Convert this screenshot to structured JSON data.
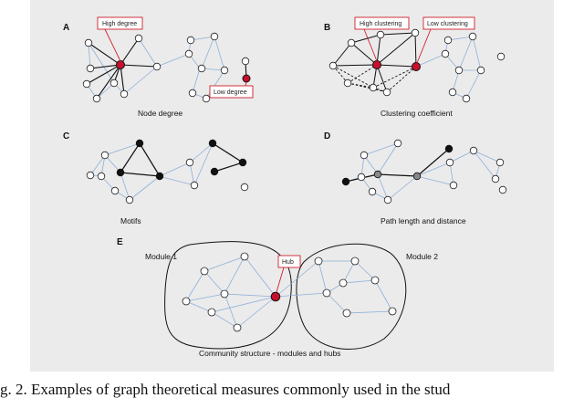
{
  "panels": {
    "A": {
      "letter": "A",
      "caption": "Node degree",
      "ann_high": "High degree",
      "ann_low": "Low degree"
    },
    "B": {
      "letter": "B",
      "caption": "Clustering coefficient",
      "ann_high": "High clustering",
      "ann_low": "Low clustering"
    },
    "C": {
      "letter": "C",
      "caption": "Motifs"
    },
    "D": {
      "letter": "D",
      "caption": "Path length and distance"
    },
    "E": {
      "letter": "E",
      "caption": "Community structure - modules and hubs",
      "module1": "Module 1",
      "module2": "Module 2",
      "hub": "Hub"
    }
  },
  "caption": "g. 2.  Examples of graph theoretical measures commonly used in the stud",
  "colors": {
    "hub": "#c8102e",
    "edge": "#8fb0d9",
    "annotation": "#d01f2d",
    "panel_bg": "#ebebeb"
  }
}
